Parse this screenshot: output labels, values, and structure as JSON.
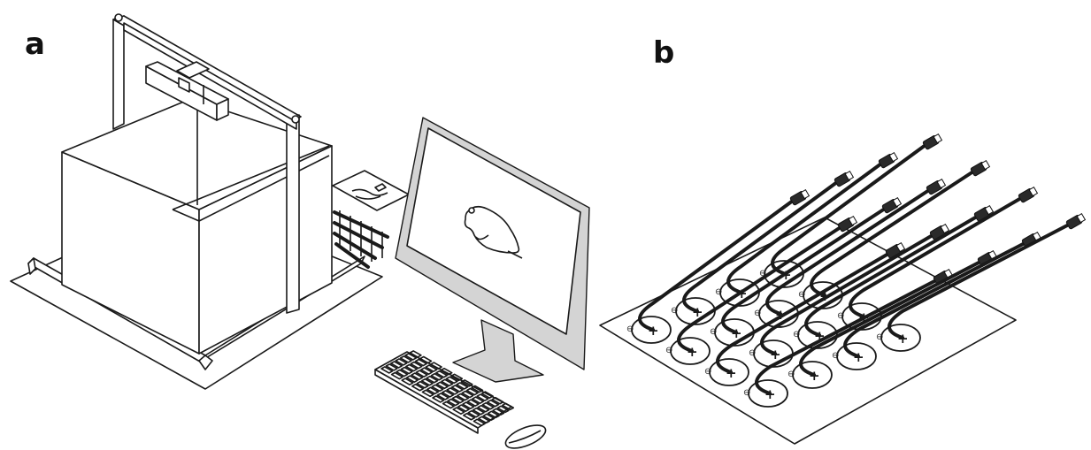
{
  "panels": [
    {
      "id": "a",
      "label": "a"
    },
    {
      "id": "b",
      "label": "b"
    }
  ],
  "panel_a": {
    "components": [
      "arena-box",
      "aluminum-frame",
      "overhead-camera",
      "electrode-board",
      "monitor",
      "mouse-silhouette-icon",
      "keyboard",
      "computer-mouse"
    ]
  },
  "panel_b": {
    "pad_plus_symbol": "+",
    "pad_minus_symbol": "⊖"
  }
}
